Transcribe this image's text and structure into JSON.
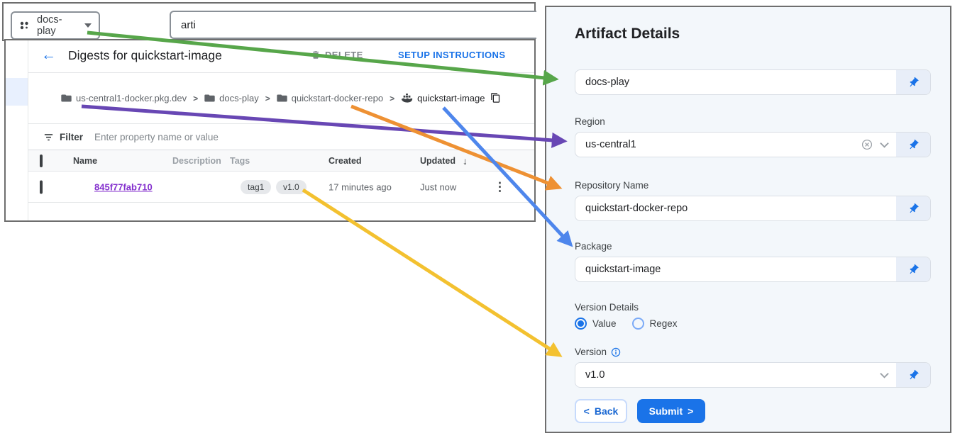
{
  "topbar": {
    "project": "docs-play",
    "search": "arti"
  },
  "digests": {
    "back_icon": "←",
    "title": "Digests for quickstart-image",
    "delete_label": "DELETE",
    "setup_label": "SETUP INSTRUCTIONS"
  },
  "breadcrumb": {
    "sep": ">",
    "registry": "us-central1-docker.pkg.dev",
    "project": "docs-play",
    "repo": "quickstart-docker-repo",
    "image": "quickstart-image"
  },
  "filter": {
    "label": "Filter",
    "placeholder": "Enter property name or value"
  },
  "table": {
    "col_name": "Name",
    "col_desc": "Description",
    "col_tags": "Tags",
    "col_created": "Created",
    "col_updated": "Updated",
    "sort_icon": "↓",
    "menu_icon": "⋮",
    "row": {
      "name": "845f77fab710",
      "tag1": "tag1",
      "tag2": "v1.0",
      "created": "17 minutes ago",
      "updated": "Just now"
    }
  },
  "form": {
    "title": "Artifact Details",
    "project_value": "docs-play",
    "region_label": "Region",
    "region_value": "us-central1",
    "repo_label": "Repository Name",
    "repo_value": "quickstart-docker-repo",
    "package_label": "Package",
    "package_value": "quickstart-image",
    "version_details_label": "Version Details",
    "radio_value_label": "Value",
    "radio_regex_label": "Regex",
    "version_label": "Version",
    "version_value": "v1.0",
    "back_chevron": "<",
    "back_label": "Back",
    "submit_label": "Submit",
    "submit_chevron": ">"
  },
  "colors": {
    "arrow_green": "#57a64a",
    "arrow_purple": "#6847b4",
    "arrow_orange": "#ee9133",
    "arrow_blue": "#4e86ec",
    "arrow_yellow": "#f3c130",
    "accent_blue": "#1a73e8",
    "link_purple": "#8430ce"
  }
}
